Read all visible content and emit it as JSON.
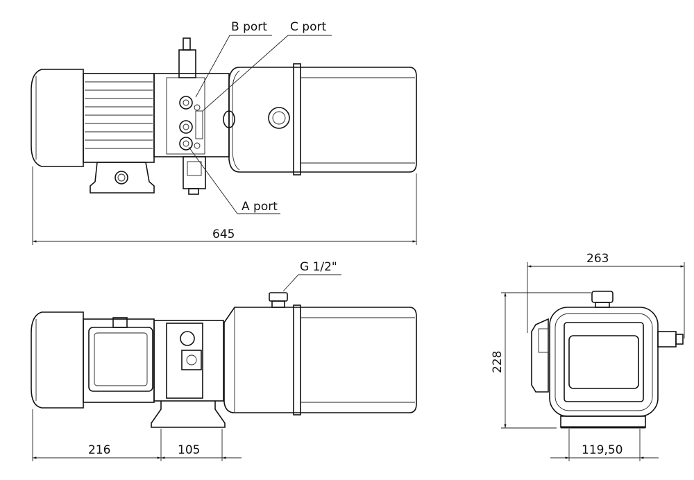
{
  "title": "Hydraulic power unit dimensional drawing",
  "labels": {
    "b_port": "B port",
    "c_port": "C port",
    "a_port": "A port",
    "g_port": "G 1/2\""
  },
  "dimensions": {
    "overall_length": "645",
    "motor_to_bracket": "216",
    "bracket_width": "105",
    "overall_width": "263",
    "overall_height": "228",
    "base_width": "119,50"
  }
}
